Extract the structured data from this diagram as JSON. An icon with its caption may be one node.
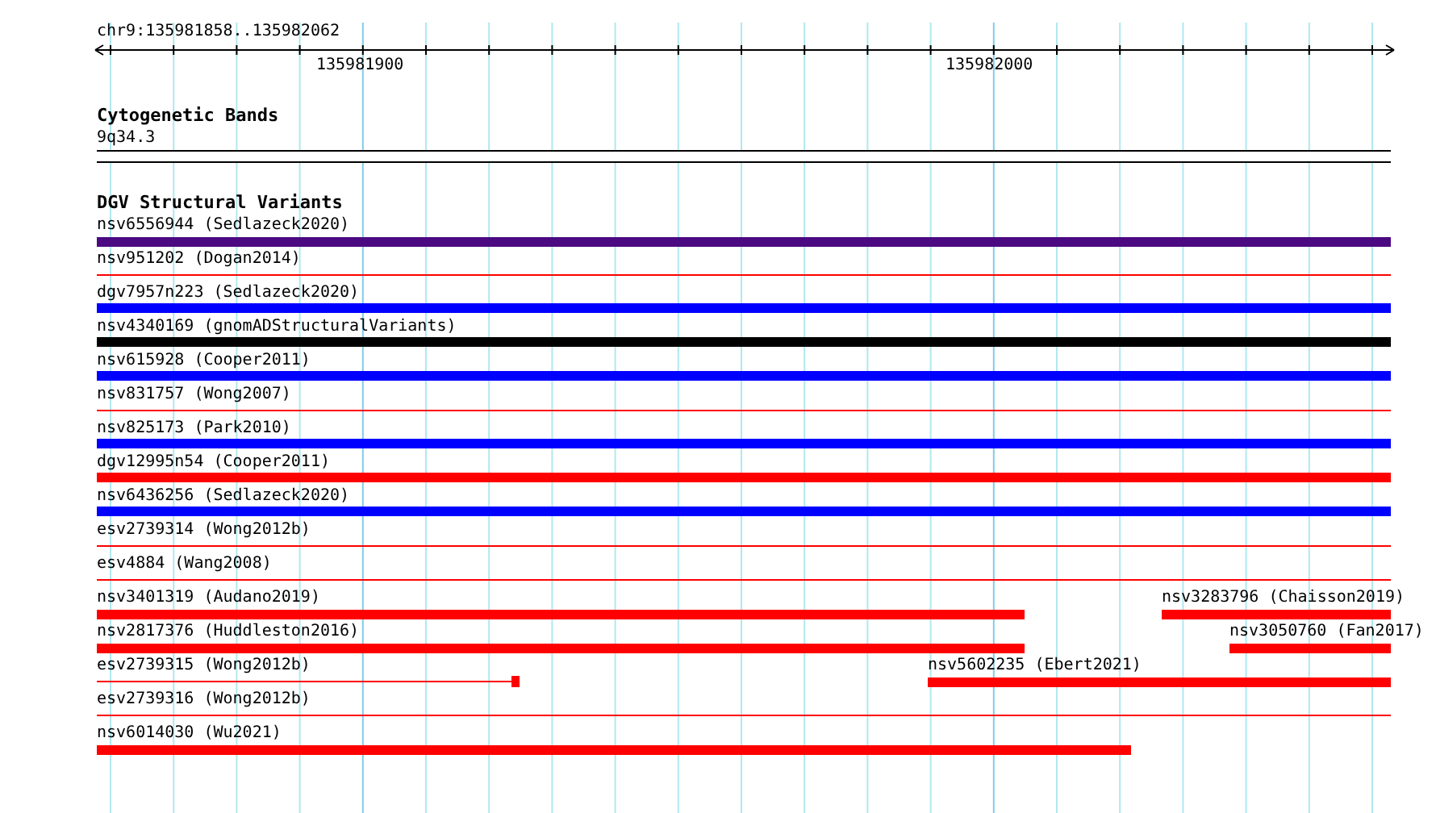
{
  "diagram": {
    "nodes": [
      {
        "text": [
          "Cytogenetic Bands"
        ]
      },
      {
        "text": [
          "9q34.3"
        ],
        "in": 0
      },
      {
        "text": [
          "DGV Structural Variants"
        ]
      },
      {
        "text": [
          "nsv6556944 (Sedlazeck2020)"
        ],
        "in": 2
      },
      {
        "text": [
          "nsv951202 (Dogan2014)"
        ],
        "in": 2
      },
      {
        "text": [
          "dgv7957n223 (Sedlazeck2020)"
        ],
        "in": 2
      },
      {
        "text": [
          "nsv4340169 (gnomADStructuralVariants)"
        ],
        "in": 2
      },
      {
        "text": [
          "nsv615928 (Cooper2011)"
        ],
        "in": 2
      },
      {
        "text": [
          "nsv831757 (Wong2007)"
        ],
        "in": 2
      },
      {
        "text": [
          "nsv825173 (Park2010)"
        ],
        "in": 2
      },
      {
        "text": [
          "dgv12995n54 (Cooper2011)"
        ],
        "in": 2
      },
      {
        "text": [
          "nsv6436256 (Sedlazeck2020)"
        ],
        "in": 2
      },
      {
        "text": [
          "esv2739314 (Wong2012b)"
        ],
        "in": 2
      },
      {
        "text": [
          "esv4884 (Wang2008)"
        ],
        "in": 2
      },
      {
        "text": [
          "nsv3401319 (Audano2019)"
        ],
        "in": 2
      },
      {
        "text": [
          "nsv3283796 (Chaisson2019)"
        ],
        "in": 2
      },
      {
        "text": [
          "nsv2817376 (Huddleston2016)"
        ],
        "in": 2
      },
      {
        "text": [
          "nsv3050760 (Fan2017)"
        ],
        "in": 2
      },
      {
        "text": [
          "esv2739315 (Wong2012b)"
        ],
        "in": 2
      },
      {
        "text": [
          "nsv5602235 (Ebert2021)"
        ],
        "in": 2
      },
      {
        "text": [
          "esv2739316 (Wong2012b)"
        ],
        "in": 2
      },
      {
        "text": [
          "nsv6014030 (Wu2021)"
        ],
        "in": 2
      }
    ],
    "labels": [
      "chr9:135981858..135982062",
      "135981900",
      "135982000"
    ]
  }
}
